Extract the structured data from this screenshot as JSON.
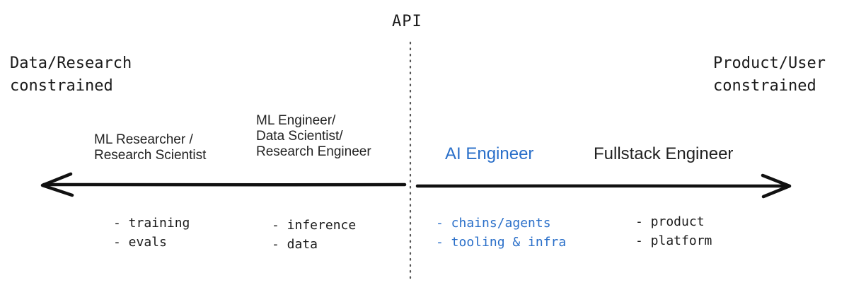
{
  "api_label": "API",
  "left_end": {
    "lines": [
      "Data/Research",
      "constrained"
    ]
  },
  "right_end": {
    "lines": [
      "Product/User",
      "constrained"
    ]
  },
  "roles": {
    "ml_researcher": [
      "ML Researcher /",
      "Research Scientist"
    ],
    "ml_engineer": [
      "ML Engineer/",
      "Data Scientist/",
      "Research Engineer"
    ],
    "ai_engineer": "AI Engineer",
    "fullstack": "Fullstack Engineer"
  },
  "bullets": {
    "ml_researcher": [
      "- training",
      "- evals"
    ],
    "ml_engineer": [
      "- inference",
      "- data"
    ],
    "ai_engineer": [
      "- chains/agents",
      "- tooling & infra"
    ],
    "fullstack": [
      "- product",
      "- platform"
    ]
  },
  "colors": {
    "accent": "#2a6fc9",
    "ink": "#1a1a1a"
  }
}
